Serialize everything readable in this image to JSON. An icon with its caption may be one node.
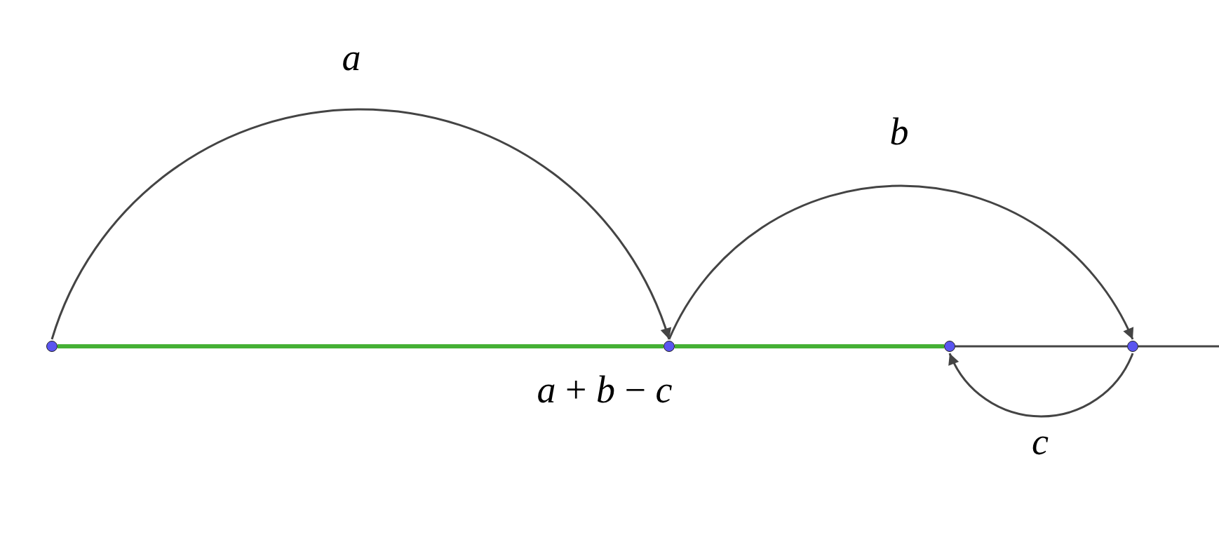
{
  "diagram": {
    "nodes": [
      {
        "text": [],
        "shape": "circle"
      },
      {
        "text": [],
        "shape": "circle"
      },
      {
        "text": [],
        "shape": "circle"
      },
      {
        "text": [],
        "shape": "circle"
      }
    ],
    "edges": [
      {
        "from": 0,
        "to": 1,
        "arrow": "to",
        "label": "a"
      },
      {
        "from": 1,
        "to": 3,
        "arrow": "to",
        "label": "b"
      },
      {
        "from": 3,
        "to": 2,
        "arrow": "to",
        "label": "c"
      },
      {
        "from": 0,
        "to": 1,
        "arrow": "none",
        "style": "thick",
        "color": "#45b035"
      },
      {
        "from": 1,
        "to": 2,
        "arrow": "none",
        "style": "thick",
        "color": "#45b035"
      },
      {
        "from": 2,
        "to": 3,
        "arrow": "none"
      },
      {
        "from": 3,
        "to": null,
        "arrow": "none"
      }
    ],
    "labels": [
      "*a* + *b* − *c*"
    ]
  }
}
